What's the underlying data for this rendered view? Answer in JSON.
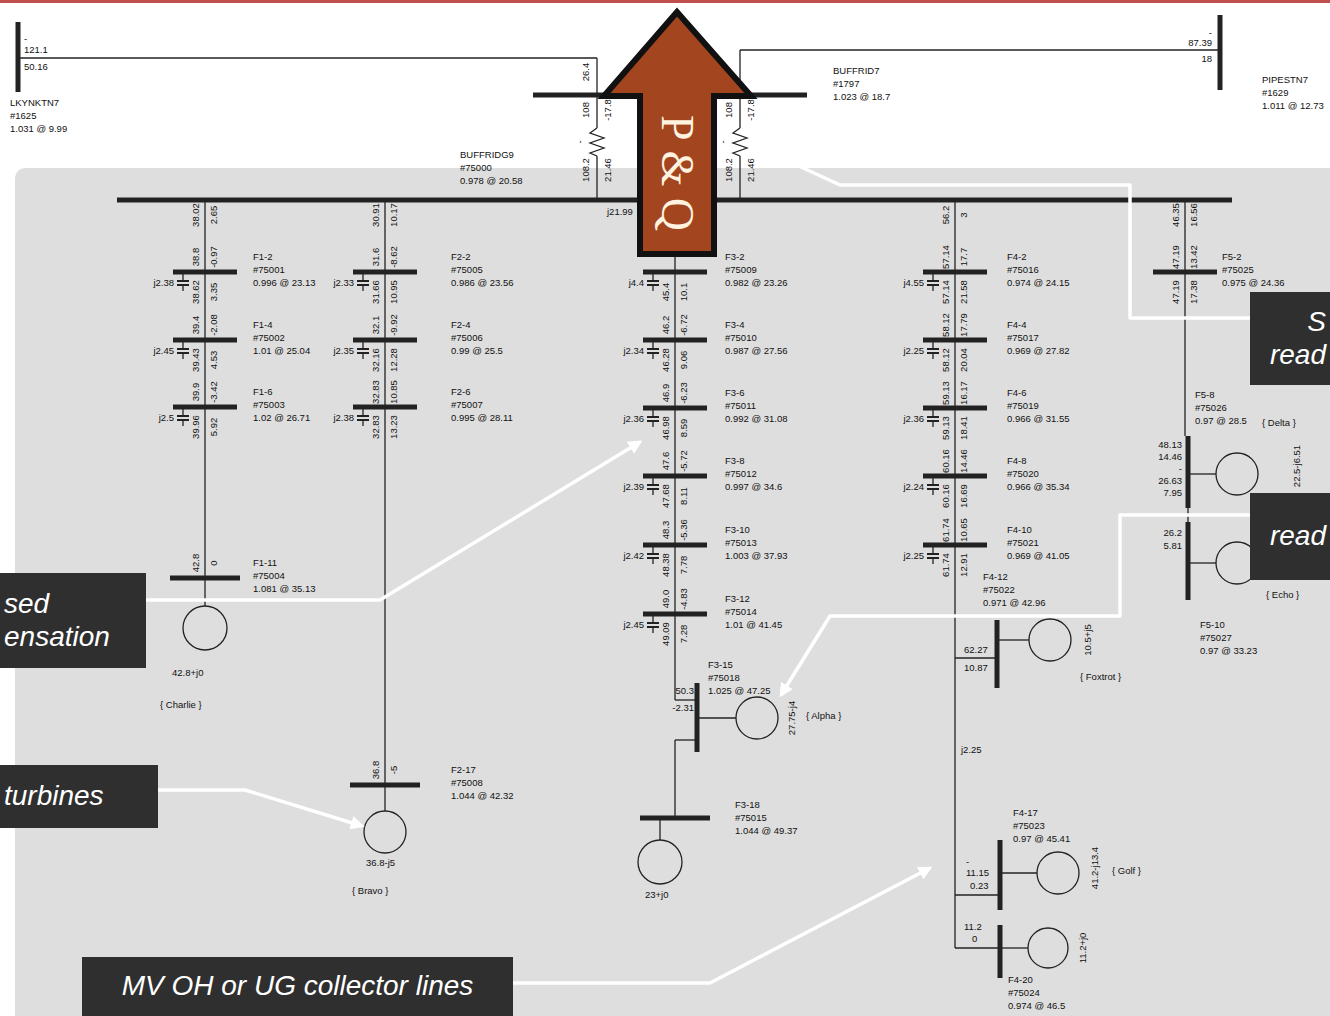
{
  "diagram": {
    "nodes": [
      {
        "text": [
          "P & Q"
        ]
      },
      {
        "text": [
          "S read"
        ]
      },
      {
        "text": [
          "read"
        ]
      },
      {
        "text": [
          "sed ensation"
        ]
      },
      {
        "text": [
          "turbines"
        ]
      },
      {
        "text": [
          "MV OH or UG collector lines"
        ]
      }
    ],
    "labels": [
      "-",
      "121.1",
      "50.16",
      "LKYNKTN7",
      "#1625",
      "1.031 @ 9.99",
      "26.4",
      "108",
      "-17.8",
      "-",
      "108.2",
      "21.46",
      "108",
      "-17.8",
      "-",
      "108.2",
      "21.46",
      "BUFFRID7",
      "#1797",
      "1.023 @ 18.7",
      "-",
      "87.39",
      "18",
      "PIPESTN7",
      "#1629",
      "1.011 @ 12.73",
      "BUFFRIDG9",
      "#75000",
      "0.978 @ 20.58",
      "j21.99",
      "38.02",
      "2.65",
      "38.8",
      "-0.97",
      "F1-2",
      "#75001",
      "0.996 @ 23.13",
      "j2.38",
      "38.62",
      "3.35",
      "39.4",
      "-2.08",
      "F1-4",
      "#75002",
      "1.01 @ 25.04",
      "j2.45",
      "39.43",
      "4.53",
      "39.9",
      "-3.42",
      "F1-6",
      "#75003",
      "1.02 @ 26.71",
      "j2.5",
      "39.96",
      "5.92",
      "42.8",
      "0",
      "F1-11",
      "#75004",
      "1.081 @ 35.13",
      "42.8+j0",
      "{ Charlie }",
      "30.91",
      "10.17",
      "31.6",
      "-8.62",
      "F2-2",
      "#75005",
      "0.986 @ 23.56",
      "j2.33",
      "31.66",
      "10.95",
      "32.1",
      "-9.92",
      "F2-4",
      "#75006",
      "0.99 @ 25.5",
      "j2.35",
      "32.16",
      "12.28",
      "32.83",
      "10.85",
      "F2-6",
      "#75007",
      "0.995 @ 28.11",
      "j2.38",
      "32.83",
      "13.23",
      "36.8",
      "-5",
      "F2-17",
      "#75008",
      "1.044 @ 42.32",
      "36.8-j5",
      "{ Bravo }",
      "F3-2",
      "#75009",
      "0.982 @ 23.26",
      "j4.4",
      "45.4",
      "10.1",
      "46.2",
      "-6.72",
      "F3-4",
      "#75010",
      "0.987 @ 27.56",
      "j2.34",
      "46.28",
      "9.06",
      "46.9",
      "-6.23",
      "F3-6",
      "#75011",
      "0.992 @ 31.08",
      "j2.36",
      "46.98",
      "8.59",
      "47.6",
      "-5.72",
      "F3-8",
      "#75012",
      "0.997 @ 34.6",
      "j2.39",
      "47.68",
      "8.11",
      "48.3",
      "-5.36",
      "F3-10",
      "#75013",
      "1.003 @ 37.93",
      "j2.42",
      "48.38",
      "7.78",
      "49.0",
      "-4.83",
      "F3-12",
      "#75014",
      "1.01 @ 41.45",
      "j2.45",
      "49.09",
      "7.28",
      "50.3",
      "-2.31",
      "F3-15",
      "#75018",
      "1.025 @ 47.25",
      "27.75-j4",
      "{ Alpha }",
      "F3-18",
      "#75015",
      "1.044 @ 49.37",
      "23+j0",
      "56.2",
      "3",
      "57.14",
      "17.7",
      "F4-2",
      "#75016",
      "0.974 @ 24.15",
      "j4.55",
      "57.14",
      "21.58",
      "58.12",
      "17.79",
      "F4-4",
      "#75017",
      "0.969 @ 27.82",
      "j2.25",
      "58.12",
      "20.04",
      "59.13",
      "16.17",
      "F4-6",
      "#75019",
      "0.966 @ 31.55",
      "j2.36",
      "59.13",
      "18.41",
      "60.16",
      "14.46",
      "F4-8",
      "#75020",
      "0.966 @ 35.34",
      "j2.24",
      "60.16",
      "16.69",
      "61.74",
      "10.65",
      "F4-10",
      "#75021",
      "0.969 @ 41.05",
      "j2.25",
      "61.74",
      "12.91",
      "F4-12",
      "#75022",
      "0.971 @ 42.96",
      "62.27",
      "10.87",
      "10.5+j5",
      "{ Foxtrot }",
      "j2.25",
      "F4-17",
      "#75023",
      "0.97 @ 45.41",
      "-",
      "11.15",
      "0.23",
      "41.2-j13.4",
      "{ Golf }",
      "11.2",
      "0",
      "F4-20",
      "#75024",
      "0.974 @ 46.5",
      "11.2+j0",
      "46.35",
      "16.56",
      "47.19",
      "13.42",
      "F5-2",
      "#75025",
      "0.975 @ 24.36",
      "47.19",
      "17.38",
      "F5-8",
      "#75026",
      "0.97 @ 28.5",
      "{ Delta }",
      "48.13",
      "14.46",
      "-",
      "26.63",
      "7.95",
      "22.5-j6.51",
      "26.2",
      "5.81",
      "F5-10",
      "#75027",
      "0.97 @ 33.23",
      "{ Echo }"
    ]
  }
}
